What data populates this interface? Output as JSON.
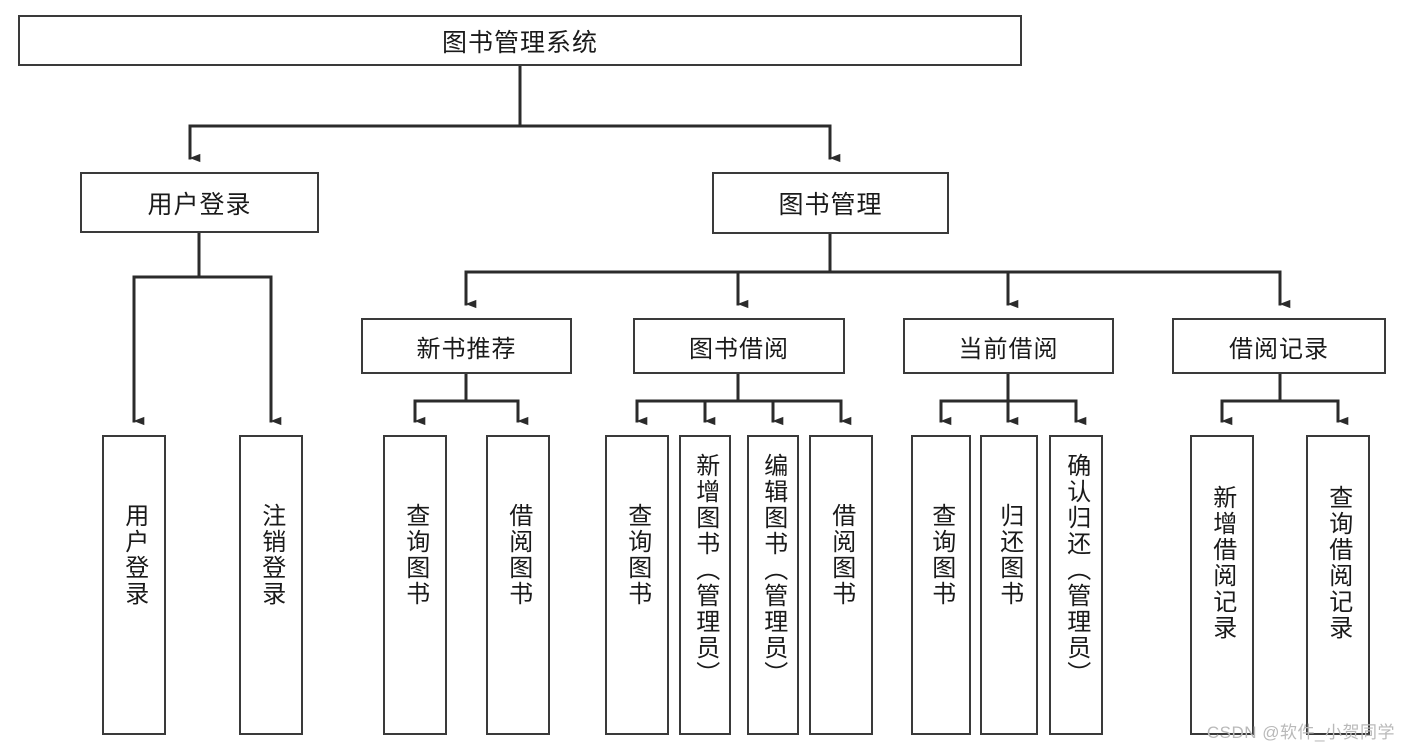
{
  "diagram": {
    "title": "图书管理系统",
    "type": "tree-hierarchy-flowchart",
    "root": {
      "label": "图书管理系统"
    },
    "level2": [
      {
        "label": "用户登录"
      },
      {
        "label": "图书管理"
      }
    ],
    "level3": [
      {
        "label": "新书推荐"
      },
      {
        "label": "图书借阅"
      },
      {
        "label": "当前借阅"
      },
      {
        "label": "借阅记录"
      }
    ],
    "leaves": {
      "user_login": [
        {
          "label": "用户登录"
        },
        {
          "label": "注销登录"
        }
      ],
      "new_book_recommend": [
        {
          "label": "查询图书"
        },
        {
          "label": "借阅图书"
        }
      ],
      "book_borrow": [
        {
          "label": "查询图书"
        },
        {
          "label": "新增图书（管理员）"
        },
        {
          "label": "编辑图书（管理员）"
        },
        {
          "label": "借阅图书"
        }
      ],
      "current_borrow": [
        {
          "label": "查询图书"
        },
        {
          "label": "归还图书"
        },
        {
          "label": "确认归还（管理员）"
        }
      ],
      "borrow_record": [
        {
          "label": "新增借阅记录"
        },
        {
          "label": "查询借阅记录"
        }
      ]
    }
  },
  "watermark": {
    "text": "CSDN @软件_小贺同学"
  },
  "colors": {
    "background": "#ffffff",
    "node_border": "#3a3a3a",
    "node_fill": "#ffffff",
    "edge": "#2b2b2b",
    "text": "#1a1a1a",
    "watermark": "#b9b9b9"
  }
}
